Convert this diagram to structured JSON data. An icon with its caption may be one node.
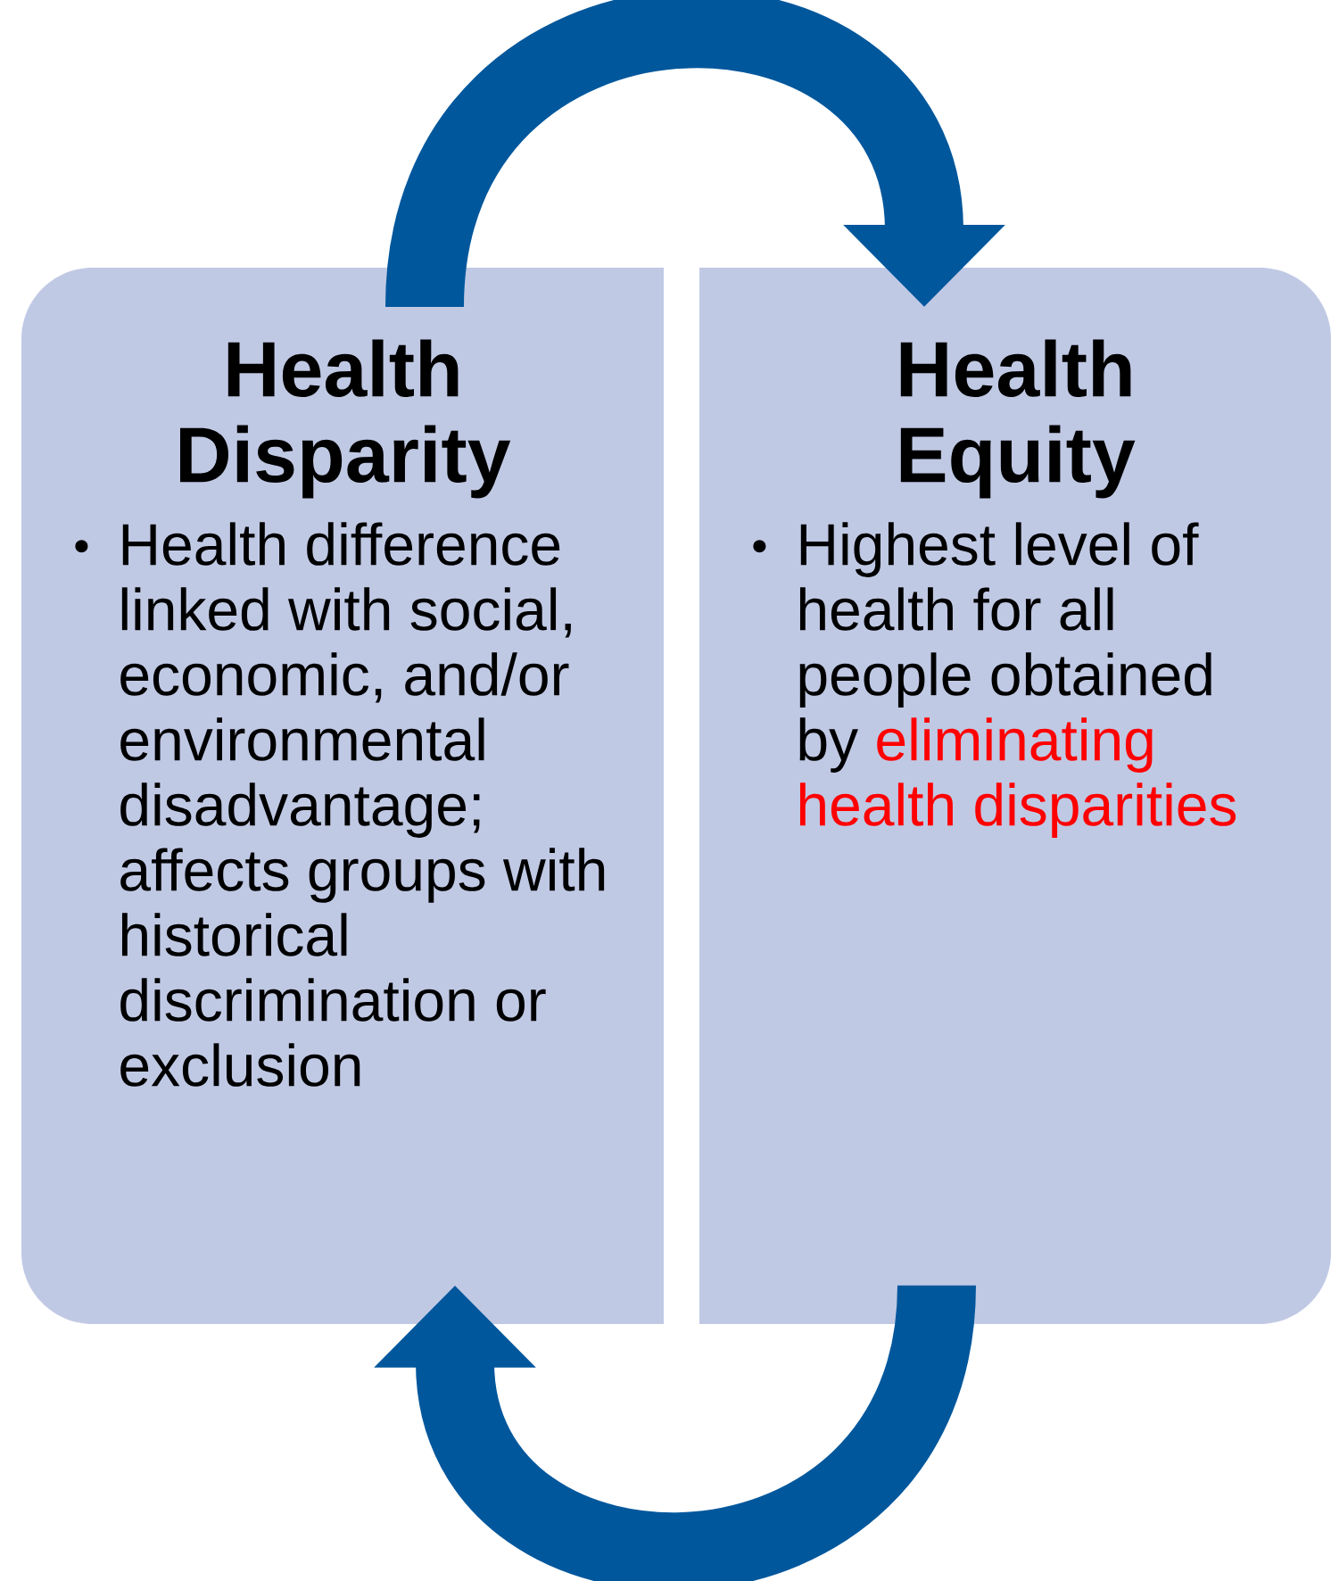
{
  "diagram": {
    "nodes": [
      {
        "text": [
          "Health Disparity",
          "Health difference linked with social, economic, and/or environmental disadvantage; affects groups with historical discrimination or exclusion"
        ]
      },
      {
        "text": [
          "Health Equity",
          "Highest level of health for all people obtained by",
          "eliminating health disparities"
        ]
      }
    ],
    "edges": [
      {
        "from": 0,
        "to": 1,
        "arrow": "to"
      },
      {
        "from": 1,
        "to": 0,
        "arrow": "to"
      }
    ]
  }
}
